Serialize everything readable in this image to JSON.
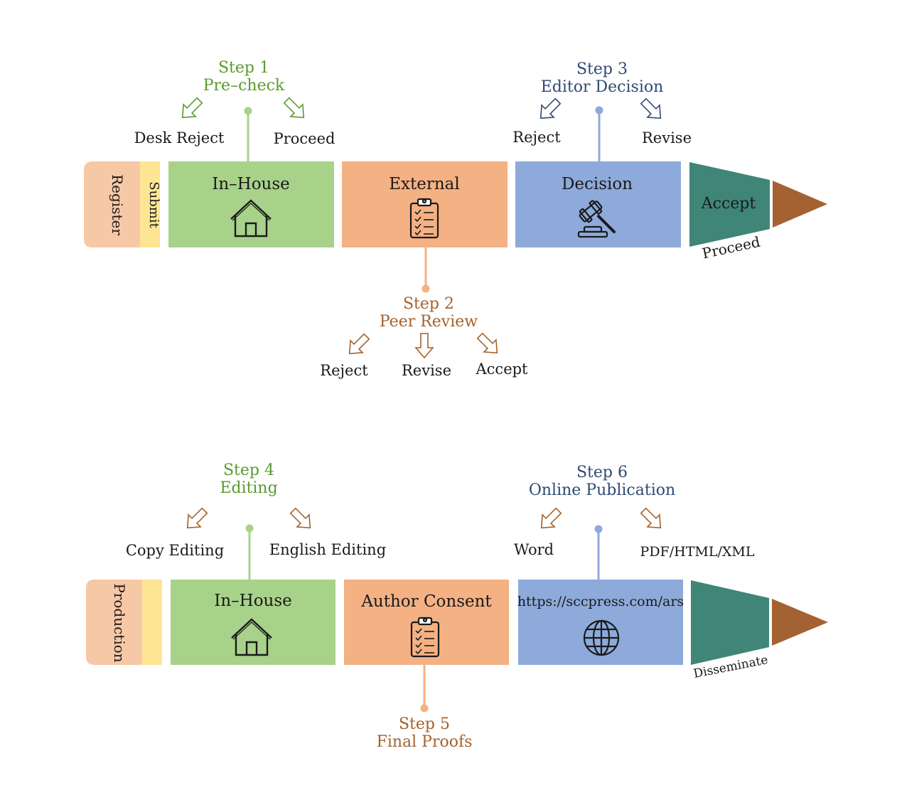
{
  "colors": {
    "pink": "#f7c8a6",
    "yellow": "#fde594",
    "green": "#a8d28a",
    "orange": "#f4b183",
    "blue": "#8eaadb",
    "teal": "#3f8578",
    "brown": "#a46233",
    "green_text": "#5a9a2e",
    "orange_text": "#a4622b",
    "navy_text": "#2f4a73"
  },
  "row1": {
    "register": "Register",
    "submit": "Submit",
    "inhouse": "In–House",
    "external": "External",
    "decision": "Decision",
    "accept": "Accept",
    "proceed_tip": "Proceed",
    "step1": {
      "title": "Step 1",
      "subtitle": "Pre–check",
      "left": "Desk Reject",
      "right": "Proceed"
    },
    "step2": {
      "title": "Step 2",
      "subtitle": "Peer Review",
      "left": "Reject",
      "middle": "Revise",
      "right": "Accept"
    },
    "step3": {
      "title": "Step 3",
      "subtitle": "Editor Decision",
      "left": "Reject",
      "right": "Revise"
    }
  },
  "row2": {
    "production": "Production",
    "inhouse": "In–House",
    "author_consent": "Author Consent",
    "url": "https://sccpress.com/ars",
    "disseminate": "Disseminate",
    "step4": {
      "title": "Step 4",
      "subtitle": "Editing",
      "left": "Copy Editing",
      "right": "English Editing"
    },
    "step5": {
      "title": "Step 5",
      "subtitle": "Final Proofs"
    },
    "step6": {
      "title": "Step 6",
      "subtitle": "Online Publication",
      "left": "Word",
      "right": "PDF/HTML/XML"
    }
  },
  "icons": [
    "house-icon",
    "clipboard-icon",
    "gavel-icon",
    "globe-icon",
    "arrow-icon"
  ]
}
